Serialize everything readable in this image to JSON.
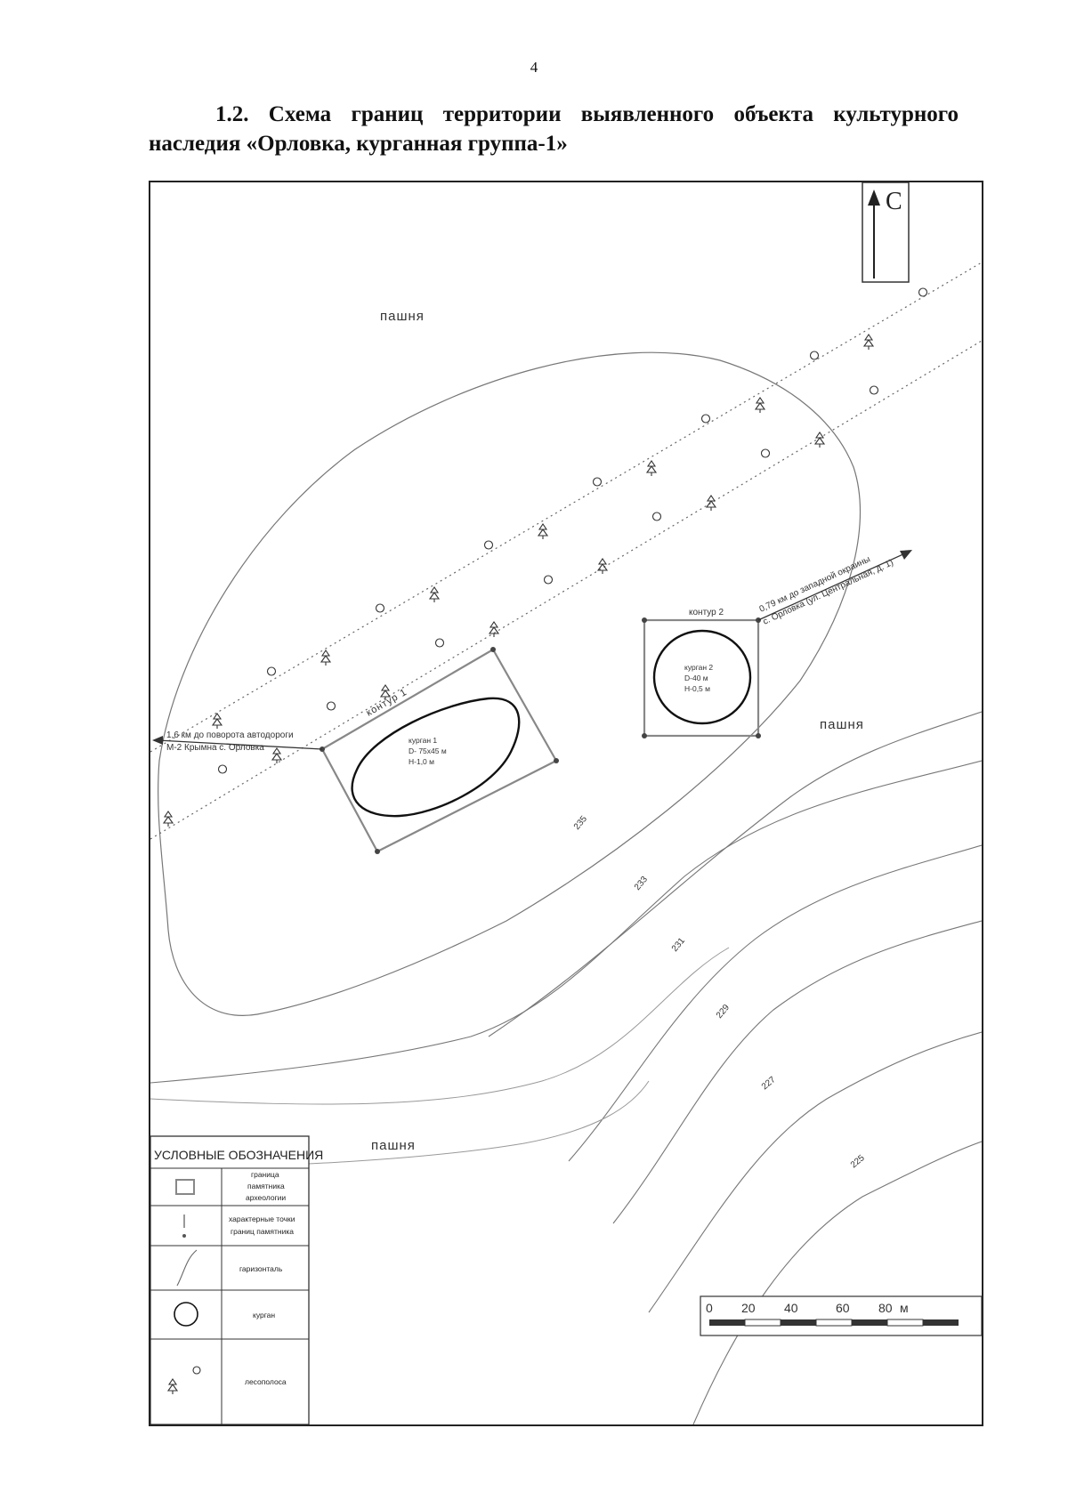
{
  "page_number": "4",
  "title": "1.2. Схема границ территории выявленного объекта культурного наследия «Орловка, курганная группа-1»",
  "map": {
    "north_label": "С",
    "field_labels": [
      "пашня",
      "пашня",
      "пашня"
    ],
    "contour1": {
      "label": "контур 1",
      "mound_lines": [
        "курган 1",
        "D- 75х45 м",
        "Н-1,0 м"
      ]
    },
    "contour2": {
      "label": "контур 2",
      "mound_lines": [
        "курган 2",
        "D-40 м",
        "Н-0,5 м"
      ]
    },
    "west_arrow_lines": [
      "1,6 км до поворота автодороги",
      "М-2 Крымна с. Орловка"
    ],
    "east_arrow_lines": [
      "0,79 км до западной окраины",
      "с. Орловка (ул. Центральная, д. 1)"
    ],
    "contour_values": [
      "235",
      "233",
      "231",
      "229",
      "227",
      "225"
    ],
    "scale": {
      "ticks": [
        "0",
        "20",
        "40",
        "60",
        "80"
      ],
      "unit": "м"
    }
  },
  "legend": {
    "title": "УСЛОВНЫЕ ОБОЗНАЧЕНИЯ",
    "rows": [
      {
        "symbol": "square",
        "lines": [
          "граница",
          "памятника",
          "археологии"
        ]
      },
      {
        "symbol": "point",
        "lines": [
          "характерные точки",
          "границ памятника"
        ]
      },
      {
        "symbol": "contour",
        "lines": [
          "гаризонталь"
        ]
      },
      {
        "symbol": "mound",
        "lines": [
          "курган"
        ]
      },
      {
        "symbol": "forest",
        "lines": [
          "лесополоса"
        ]
      }
    ]
  }
}
